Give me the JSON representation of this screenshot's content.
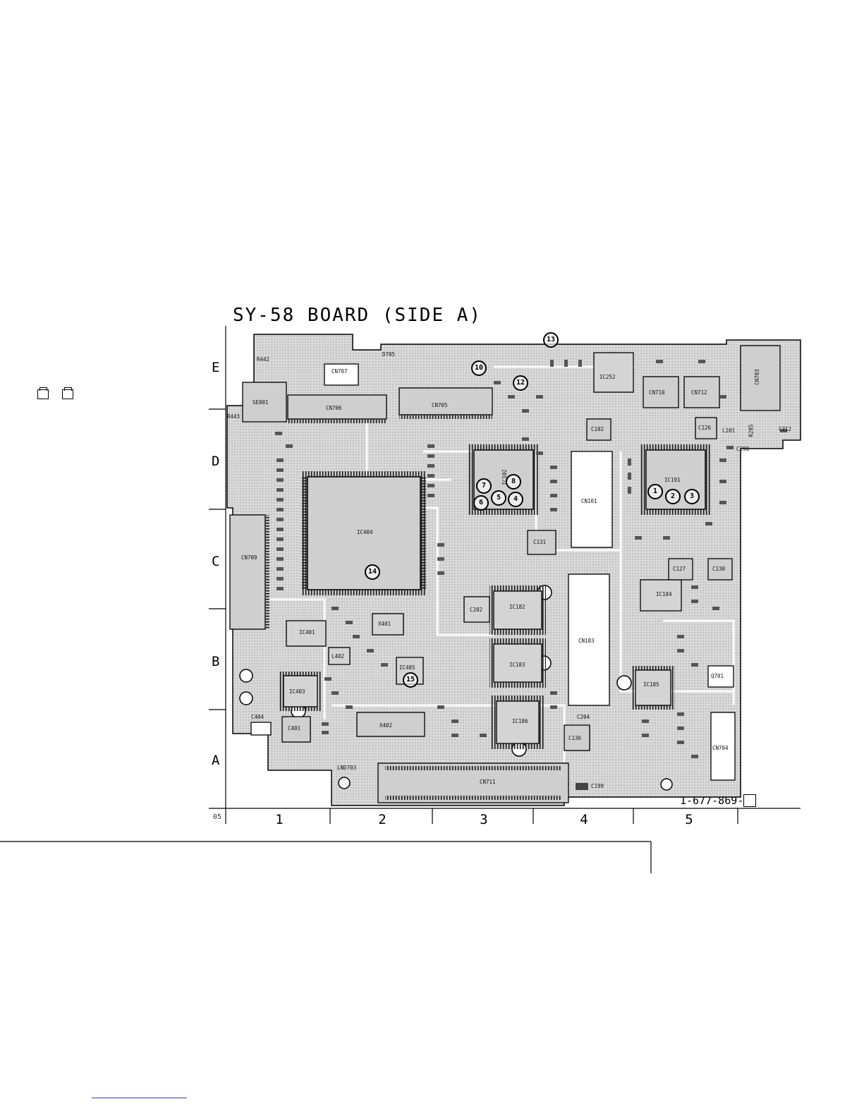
{
  "title": "SY-58 BOARD (SIDE A)",
  "rows": [
    "E",
    "D",
    "C",
    "B",
    "A"
  ],
  "columns": [
    "1",
    "2",
    "3",
    "4",
    "5"
  ],
  "part_number": "1-677-869-",
  "sheet_code": "05",
  "callouts": [
    "1",
    "2",
    "3",
    "4",
    "5",
    "6",
    "7",
    "8",
    "10",
    "12",
    "13",
    "14",
    "15"
  ],
  "component_labels": {
    "ic404": "IC404",
    "ic252": "IC252",
    "ic191": "IC191",
    "ic182": "IC182",
    "ic183": "IC183",
    "ic184": "IC184",
    "ic185": "IC185",
    "ic186": "IC186",
    "ic401": "IC401",
    "ic403": "IC403",
    "ic405": "IC405",
    "ic102": "IC102",
    "cn705": "CN705",
    "cn706": "CN706",
    "cn707": "CN707",
    "cn710": "CN710",
    "cn712": "CN712",
    "cn703": "CN703",
    "cn709": "CN709",
    "cn711": "CN711",
    "cn704": "CN704",
    "cn101": "CN101",
    "cn183": "CN183",
    "se001": "SE001",
    "x401": "X401",
    "x402": "X402",
    "l402": "L402",
    "c401": "C401",
    "c404": "C404",
    "c102": "C102",
    "c131": "C131",
    "c136": "C136",
    "c127": "C127",
    "c130": "C130",
    "c126": "C126",
    "c199": "C199",
    "c202": "C202",
    "c204": "C204",
    "l101": "L101",
    "q701": "Q701",
    "r442": "R442",
    "r443": "R443",
    "d705": "D705",
    "lnd703": "LND703",
    "c712": "C712",
    "c298": "C298",
    "r285": "R285"
  }
}
